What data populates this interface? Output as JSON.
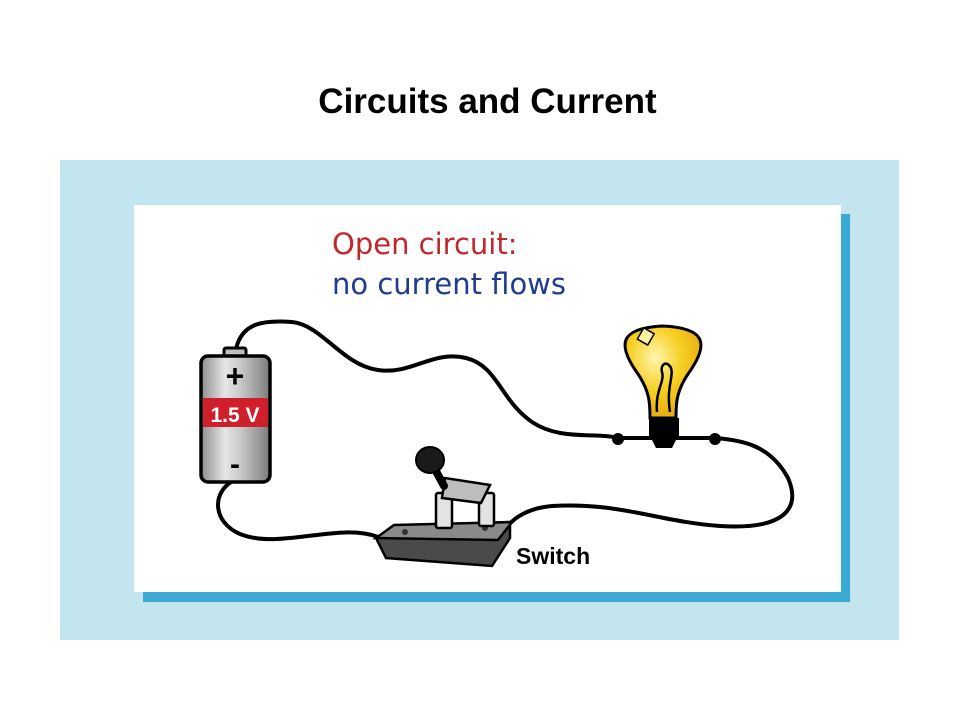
{
  "slide": {
    "title": "Circuits and Current"
  },
  "diagram": {
    "caption_line1": "Open circuit:",
    "caption_line2": "no current flows",
    "battery": {
      "voltage_label": "1.5 V",
      "positive_symbol": "+",
      "negative_symbol": "-"
    },
    "switch": {
      "label": "Switch",
      "state": "open"
    },
    "bulb": {
      "state": "on"
    }
  },
  "colors": {
    "panel_background": "#c3e5ef",
    "card_shadow": "#3aa9d4",
    "caption_line1": "#c0282d",
    "caption_line2": "#203c8f",
    "battery_band": "#cf1f2a",
    "bulb_glass": "#f3c21b"
  }
}
